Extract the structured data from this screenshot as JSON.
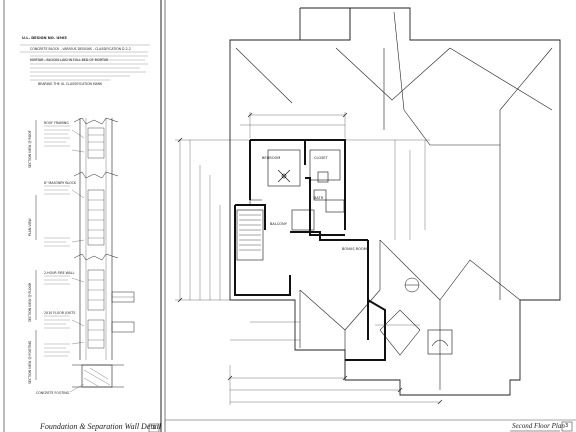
{
  "left_sheet": {
    "heading": "U.L. DESIGN NO. U905",
    "notes": [
      "CONCRETE BLOCK - VARIOUS DESIGNS - CLASSIFICATION D-2-2",
      "MORTAR - BLOCKS LAID IN FULL BED OF MORTAR",
      "BEARING THE UL CLASSIFICATION MARK"
    ],
    "views": [
      "SECTION VIEW @ ROOF",
      "PLAN VIEW",
      "SECTION VIEW @ FLOOR",
      "SECTION VIEW @ FOOTING"
    ],
    "callouts": [
      "ROOF FRAMING",
      "8\" MASONRY BLOCK",
      "2-HOUR FIRE WALL",
      "2X10 FLOOR JOISTS",
      "CONCRETE FOOTING"
    ],
    "title": "Foundation & Separation Wall Detail",
    "sheet_number": "3"
  },
  "plan": {
    "rooms": [
      "BEDROOM",
      "CLOSET",
      "BATH",
      "BALCONY",
      "BONUS ROOM"
    ],
    "title": "Second Floor Plan",
    "sheet_number": "3"
  }
}
